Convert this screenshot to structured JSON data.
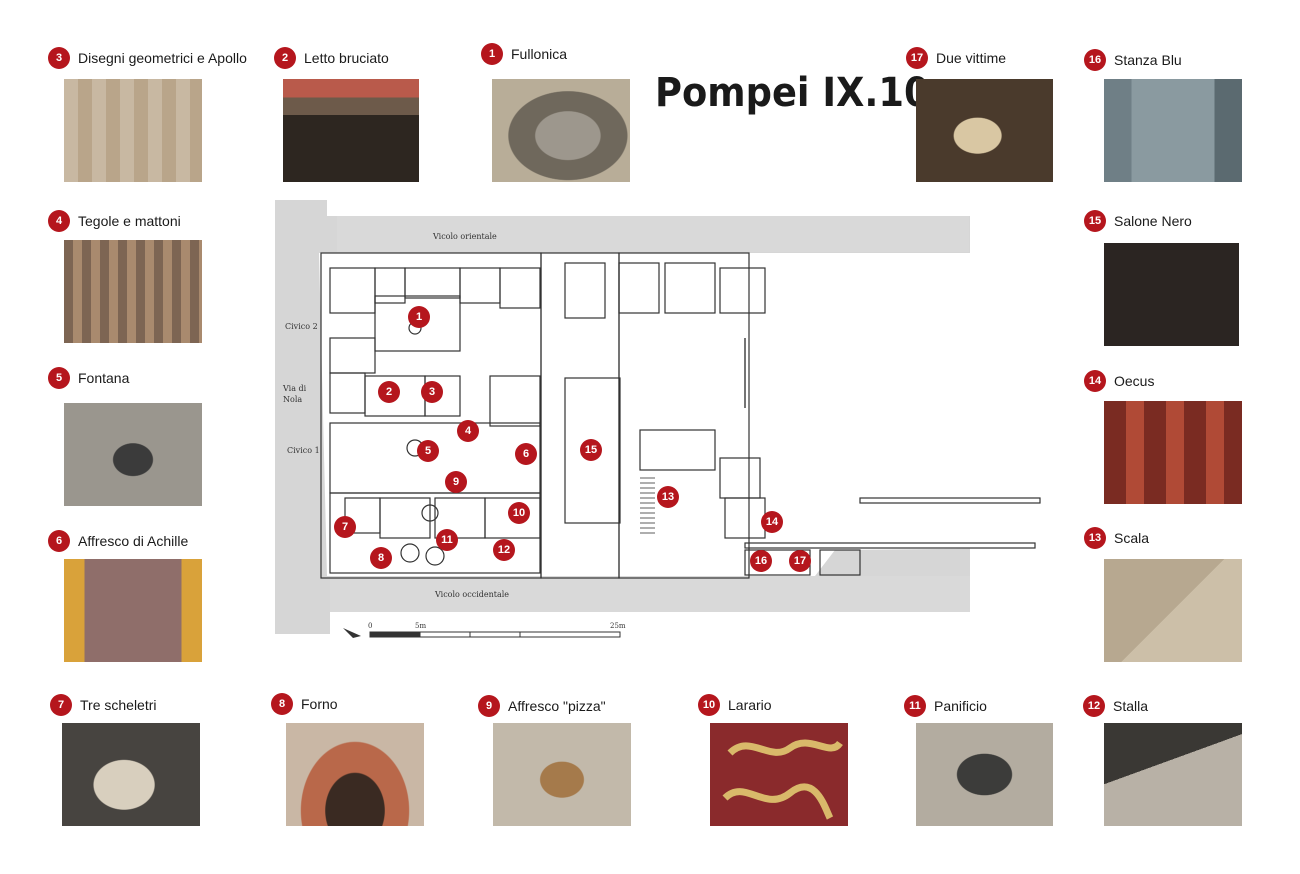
{
  "title": "Pompei IX.10",
  "cards": [
    {
      "num": "3",
      "label": "Disegni geometrici e Apollo"
    },
    {
      "num": "2",
      "label": "Letto bruciato"
    },
    {
      "num": "1",
      "label": "Fullonica"
    },
    {
      "num": "17",
      "label": "Due vittime"
    },
    {
      "num": "16",
      "label": "Stanza Blu"
    },
    {
      "num": "4",
      "label": "Tegole e mattoni"
    },
    {
      "num": "15",
      "label": "Salone Nero"
    },
    {
      "num": "5",
      "label": "Fontana"
    },
    {
      "num": "14",
      "label": "Oecus"
    },
    {
      "num": "6",
      "label": "Affresco di Achille"
    },
    {
      "num": "13",
      "label": "Scala"
    },
    {
      "num": "7",
      "label": "Tre scheletri"
    },
    {
      "num": "8",
      "label": "Forno"
    },
    {
      "num": "9",
      "label": "Affresco \"pizza\""
    },
    {
      "num": "10",
      "label": "Larario"
    },
    {
      "num": "11",
      "label": "Panificio"
    },
    {
      "num": "12",
      "label": "Stalla"
    }
  ],
  "map": {
    "street_north": "Vicolo orientale",
    "street_south": "Vicolo occidentale",
    "civico_2": "Civico 2",
    "via_di": "Via di",
    "nola": "Nola",
    "civico_1": "Civico 1",
    "scale_0": "0",
    "scale_5": "5m",
    "scale_25": "25m",
    "markers": [
      "1",
      "2",
      "3",
      "4",
      "5",
      "6",
      "7",
      "8",
      "9",
      "10",
      "11",
      "12",
      "13",
      "14",
      "15",
      "16",
      "17"
    ]
  }
}
